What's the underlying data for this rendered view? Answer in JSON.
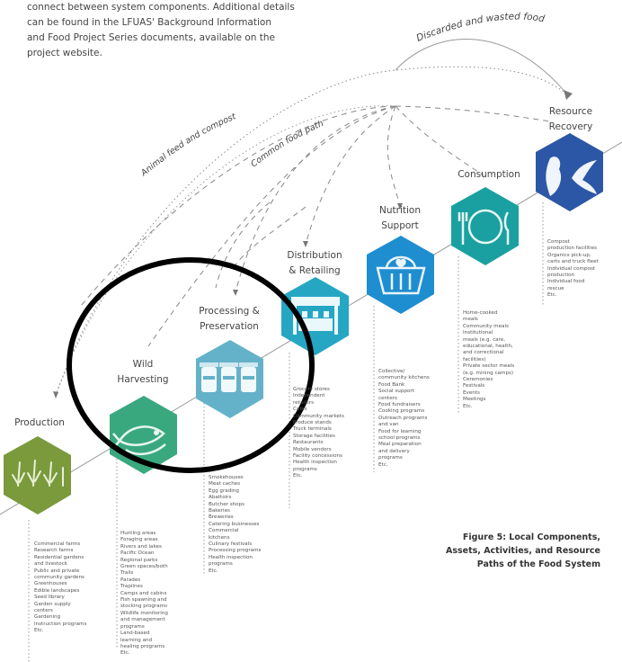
{
  "intro": {
    "lines": [
      "connect between system components. Additional details",
      "can be found in the LFUAS' Background Information",
      "and Food Project Series documents, available on the",
      "project website."
    ]
  },
  "paths": {
    "discarded": "Discarded and wasted food",
    "animal": "Animal feed and compost",
    "common": "Common food path"
  },
  "stages": [
    {
      "key": "production",
      "label_lines": [
        "Production"
      ],
      "color": "#7a9a3c",
      "icon": "wheat-icon",
      "items": [
        "Commercial farms",
        "Research farms",
        "Residential gardens",
        "and livestock",
        "Public and private",
        "community gardens",
        "Greenhouses",
        "Edible landscapes",
        "Seed library",
        "Garden supply",
        "centers",
        "Gardening",
        "instruction programs",
        "Etc."
      ]
    },
    {
      "key": "wild",
      "label_lines": [
        "Wild",
        "Harvesting"
      ],
      "color": "#3aa87f",
      "icon": "fish-icon",
      "items": [
        "Hunting areas",
        "Foraging areas",
        "Rivers and lakes",
        "Pacific Ocean",
        "Regional parks",
        "Green spaces/both",
        "Trails",
        "Parades",
        "Trapilnes",
        "Camps and cabins",
        "Fish spawning and",
        "stocking programs",
        "Wildlife monitoring",
        "and management",
        "programs",
        "Land-based",
        "learning and",
        "healing programs",
        "Etc."
      ]
    },
    {
      "key": "processing",
      "label_lines": [
        "Processing &",
        "Preservation"
      ],
      "color": "#64b2c9",
      "icon": "jars-icon",
      "items": [
        "Smokehouses",
        "Meat caches",
        "Egg grading",
        "Abattoirs",
        "Butcher shops",
        "Bakeries",
        "Breweries",
        "Catering businesses",
        "Commercial",
        "kitchens",
        "Culinary festivals",
        "Processing programs",
        "Health inspection",
        "programs",
        "Etc."
      ]
    },
    {
      "key": "distribution",
      "label_lines": [
        "Distribution",
        "& Retailing"
      ],
      "color": "#25a7c4",
      "icon": "market-stall-icon",
      "items": [
        "Grocery stores",
        "Independent",
        "retailers",
        "Cafes",
        "Community markets",
        "Produce stands",
        "Truck terminals",
        "Storage facilities",
        "Restaurants",
        "Mobile vendors",
        "Facility concessions",
        "Health inspection",
        "programs",
        "Etc."
      ]
    },
    {
      "key": "nutrition",
      "label_lines": [
        "Nutrition",
        "Support"
      ],
      "color": "#1f8ed0",
      "icon": "basket-icon",
      "items": [
        "Collective/",
        "community kitchens",
        "Food Bank",
        "Social support",
        "centers",
        "Food fundraisers",
        "Cooking programs",
        "Outreach programs",
        "and van",
        "Food for learning",
        "school programs",
        "Meal preparation",
        "and delivery",
        "programs",
        "Etc."
      ]
    },
    {
      "key": "consumption",
      "label_lines": [
        "Consumption"
      ],
      "color": "#1aa0a0",
      "icon": "plate-utensils-icon",
      "items": [
        "Home-cooked",
        "meals",
        "Community meals",
        "Institutional",
        "meals (e.g. care,",
        "educational, health,",
        "and correctional",
        "facilities)",
        "Private sector meals",
        "(e.g. mining camps)",
        "Ceremonies",
        "Festivals",
        "Events",
        "Meetings",
        "Etc."
      ]
    },
    {
      "key": "recovery",
      "label_lines": [
        "Resource",
        "Recovery"
      ],
      "color": "#2c57a6",
      "icon": "birds-icon",
      "items": [
        "Compost",
        "production facilities",
        "Organics pick-up,",
        "carts and truck fleet",
        "Individual compost",
        "production",
        "Individual food",
        "rescue",
        "Etc."
      ]
    }
  ],
  "caption": [
    "Figure 5: Local Components,",
    "Assets, Activities, and Resource",
    "Paths of the Food System"
  ]
}
